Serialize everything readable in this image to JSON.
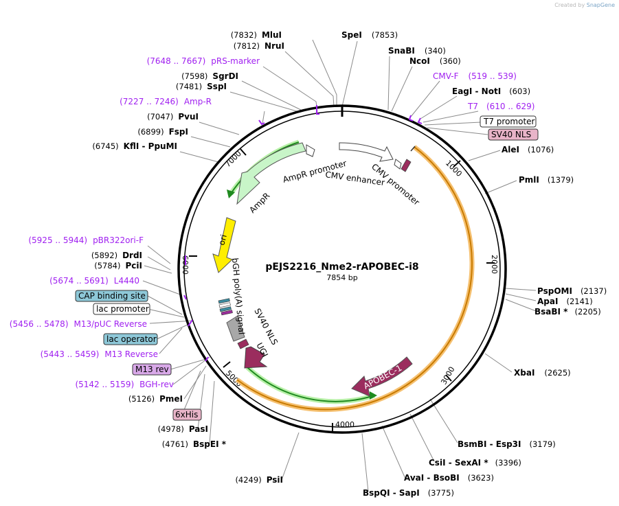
{
  "credit": {
    "prefix": "Created by",
    "brand": "SnapGene"
  },
  "plasmid": {
    "name": "pEJS2216_Nme2-rAPOBEC-i8",
    "length": "7854 bp"
  },
  "ticks": [
    "1000",
    "2000",
    "3000",
    "4000",
    "5000",
    "6000",
    "7000"
  ],
  "sites": [
    {
      "pos": "(7832)",
      "name": "MluI"
    },
    {
      "pos": "(7853)",
      "name": "SpeI"
    },
    {
      "pos": "(7812)",
      "name": "NruI"
    },
    {
      "pos": "(340)",
      "name": "SnaBI"
    },
    {
      "pos": "(360)",
      "name": "NcoI"
    },
    {
      "pos": "(7598)",
      "name": "SgrDI"
    },
    {
      "pos": "(7481)",
      "name": "SspI"
    },
    {
      "pos": "(603)",
      "name": "EagI  -  NotI"
    },
    {
      "pos": "(7047)",
      "name": "PvuI"
    },
    {
      "pos": "(6899)",
      "name": "FspI"
    },
    {
      "pos": "(6745)",
      "name": "KflI  -  PpuMI"
    },
    {
      "pos": "(1076)",
      "name": "AleI"
    },
    {
      "pos": "(1379)",
      "name": "PmlI"
    },
    {
      "pos": "(5892)",
      "name": "DrdI"
    },
    {
      "pos": "(5784)",
      "name": "PciI"
    },
    {
      "pos": "(2137)",
      "name": "PspOMI"
    },
    {
      "pos": "(2141)",
      "name": "ApaI"
    },
    {
      "pos": "(2205)",
      "name": "BsaBI *"
    },
    {
      "pos": "(2625)",
      "name": "XbaI"
    },
    {
      "pos": "(5126)",
      "name": "PmeI"
    },
    {
      "pos": "(4978)",
      "name": "PasI"
    },
    {
      "pos": "(4761)",
      "name": "BspEI *"
    },
    {
      "pos": "(3179)",
      "name": "BsmBI  -  Esp3I"
    },
    {
      "pos": "(3396)",
      "name": "CsiI  -  SexAI *"
    },
    {
      "pos": "(3623)",
      "name": "AvaI  -  BsoBI"
    },
    {
      "pos": "(3775)",
      "name": "BspQI  -  SapI"
    },
    {
      "pos": "(4249)",
      "name": "PsiI"
    }
  ],
  "primers": [
    {
      "range": "(7648 .. 7667)",
      "name": "pRS-marker"
    },
    {
      "range": "(519 .. 539)",
      "name": "CMV-F"
    },
    {
      "range": "(7227 .. 7246)",
      "name": "Amp-R"
    },
    {
      "range": "(610 .. 629)",
      "name": "T7"
    },
    {
      "range": "(5925 .. 5944)",
      "name": "pBR322ori-F"
    },
    {
      "range": "(5674 .. 5691)",
      "name": "L4440"
    },
    {
      "range": "(5456 .. 5478)",
      "name": "M13/pUC Reverse"
    },
    {
      "range": "(5443 .. 5459)",
      "name": "M13 Reverse"
    },
    {
      "range": "(5142 .. 5159)",
      "name": "BGH-rev"
    }
  ],
  "boxes": [
    {
      "label": "T7 promoter",
      "color": "#ffffff"
    },
    {
      "label": "SV40 NLS",
      "color": "#e8b4c8"
    },
    {
      "label": "CAP binding site",
      "color": "#8ec8d8"
    },
    {
      "label": "lac promoter",
      "color": "#ffffff"
    },
    {
      "label": "lac operator",
      "color": "#8ec8d8"
    },
    {
      "label": "M13 rev",
      "color": "#d8a8e8"
    },
    {
      "label": "6xHis",
      "color": "#e8b4c8"
    }
  ],
  "features": [
    {
      "label": "AmpR promoter"
    },
    {
      "label": "AmpR"
    },
    {
      "label": "CMV enhancer"
    },
    {
      "label": "CMV promoter"
    },
    {
      "label": "ori"
    },
    {
      "label": "bGH poly(A) signal"
    },
    {
      "label": "SV40 NLS"
    },
    {
      "label": "UGI"
    },
    {
      "label": "APOBEC-1"
    }
  ],
  "colors": {
    "primer": "#a020f0",
    "ampr": "#c8f5c8",
    "ori": "#ffee00",
    "apobec": "#9b2d5e",
    "cds_arc": "#f5a623",
    "green_arc": "#2aa02a",
    "polyA": "#a0a0a0"
  }
}
